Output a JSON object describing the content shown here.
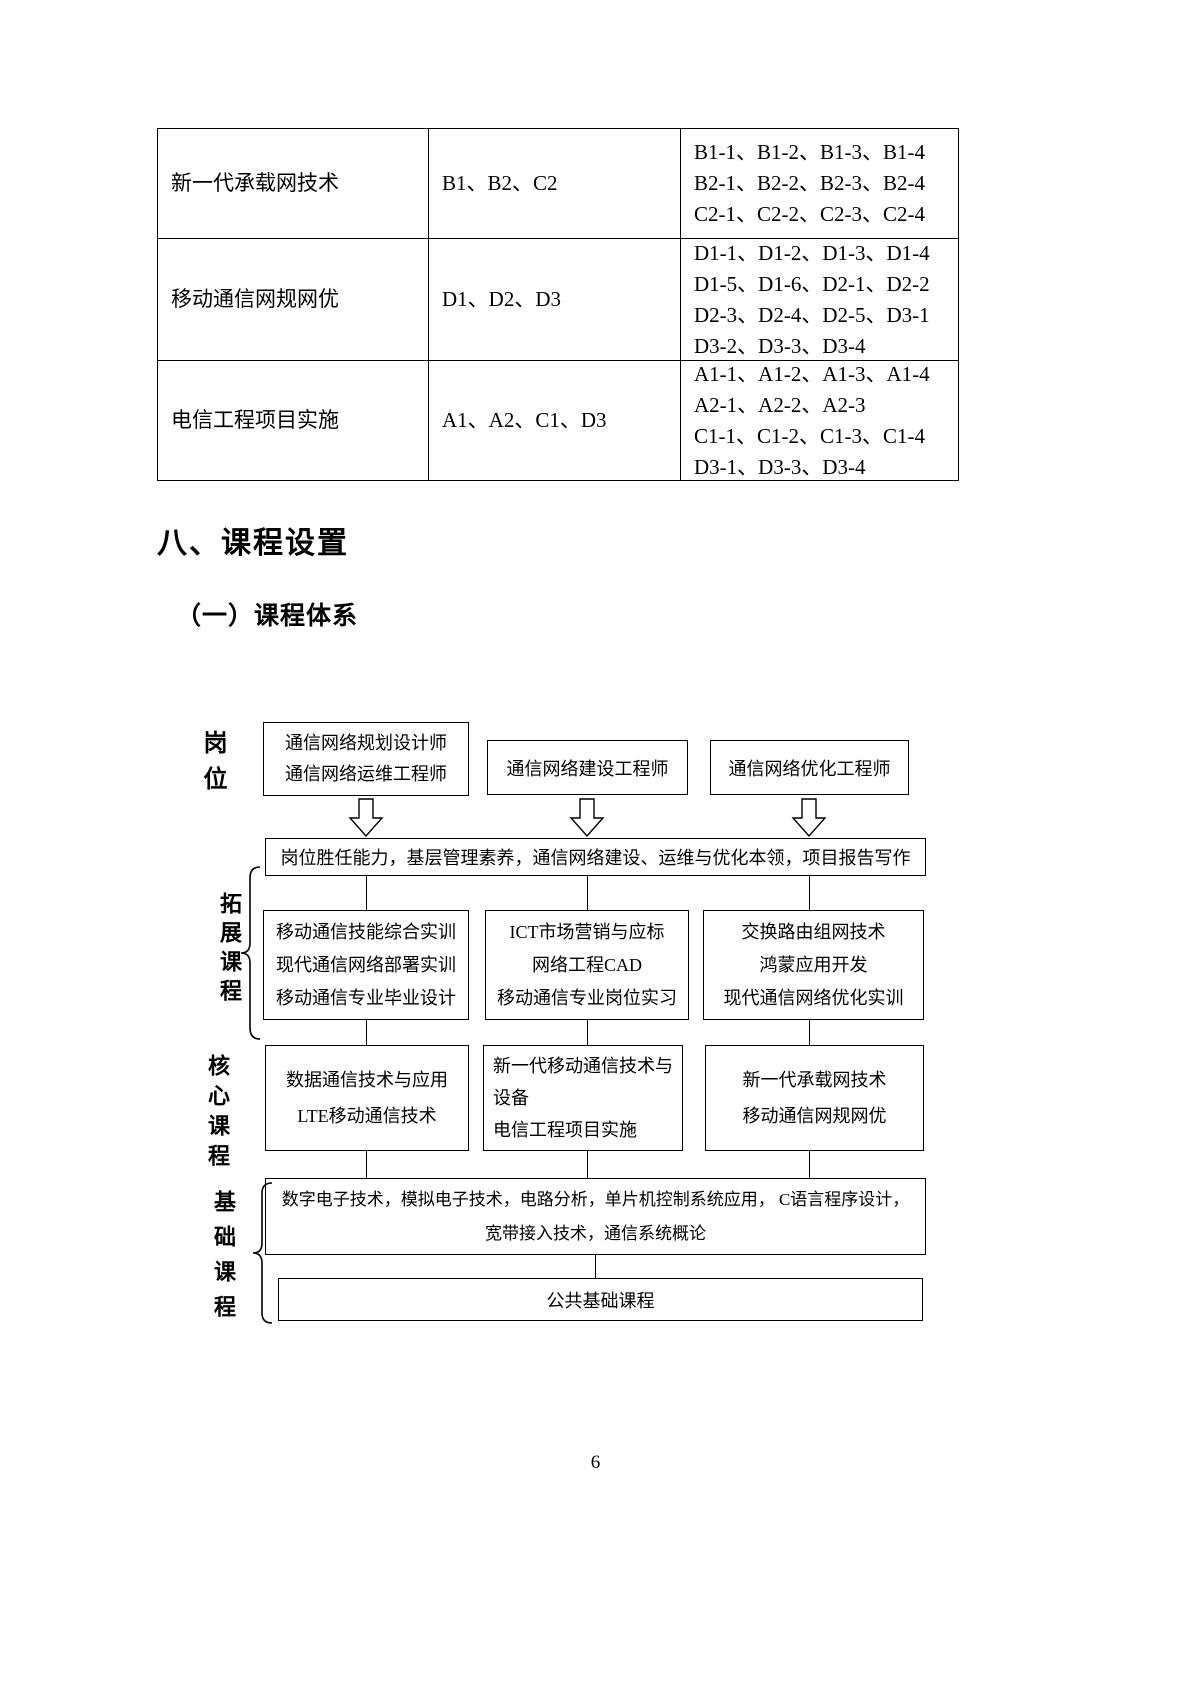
{
  "table": {
    "rows": [
      {
        "course": "新一代承载网技术",
        "codes": "B1、B2、C2",
        "items": [
          "B1-1、B1-2、B1-3、B1-4",
          "B2-1、B2-2、B2-3、B2-4",
          "C2-1、C2-2、C2-3、C2-4"
        ]
      },
      {
        "course": "移动通信网规网优",
        "codes": "D1、D2、D3",
        "items": [
          "D1-1、D1-2、D1-3、D1-4",
          "D1-5、D1-6、D2-1、D2-2",
          "D2-3、D2-4、D2-5、D3-1",
          "D3-2、D3-3、D3-4"
        ]
      },
      {
        "course": "电信工程项目实施",
        "codes": "A1、A2、C1、D3",
        "items": [
          "A1-1、A1-2、A1-3、A1-4",
          "A2-1、A2-2、A2-3",
          "C1-1、C1-2、C1-3、C1-4",
          "D3-1、D3-3、D3-4"
        ]
      }
    ]
  },
  "headings": {
    "section": "八、课程设置",
    "subsection": "（一）课程体系"
  },
  "diagram": {
    "labels": {
      "posts": "岗位",
      "extension": "拓展课程",
      "core": "核心课程",
      "foundation": "基础课程"
    },
    "post_boxes": [
      {
        "lines": [
          "通信网络规划设计师",
          "通信网络运维工程师"
        ]
      },
      {
        "lines": [
          "通信网络建设工程师"
        ]
      },
      {
        "lines": [
          "通信网络优化工程师"
        ]
      }
    ],
    "competency": "岗位胜任能力，基层管理素养，通信网络建设、运维与优化本领，项目报告写作",
    "extension_boxes": [
      {
        "lines": [
          "移动通信技能综合实训",
          "现代通信网络部署实训",
          "移动通信专业毕业设计"
        ]
      },
      {
        "lines": [
          "ICT市场营销与应标",
          "网络工程CAD",
          "移动通信专业岗位实习"
        ]
      },
      {
        "lines": [
          "交换路由组网技术",
          "鸿蒙应用开发",
          "现代通信网络优化实训"
        ]
      }
    ],
    "core_boxes": [
      {
        "lines": [
          "数据通信技术与应用",
          "LTE移动通信技术"
        ]
      },
      {
        "lines": [
          "新一代移动通信技术与",
          "设备",
          "电信工程项目实施"
        ]
      },
      {
        "lines": [
          "新一代承载网技术",
          "移动通信网规网优"
        ]
      }
    ],
    "foundation_lines": [
      "数字电子技术，模拟电子技术，电路分析，单片机控制系统应用， C语言程序设计，",
      "宽带接入技术，通信系统概论"
    ],
    "public_box": "公共基础课程"
  },
  "page_number": "6"
}
